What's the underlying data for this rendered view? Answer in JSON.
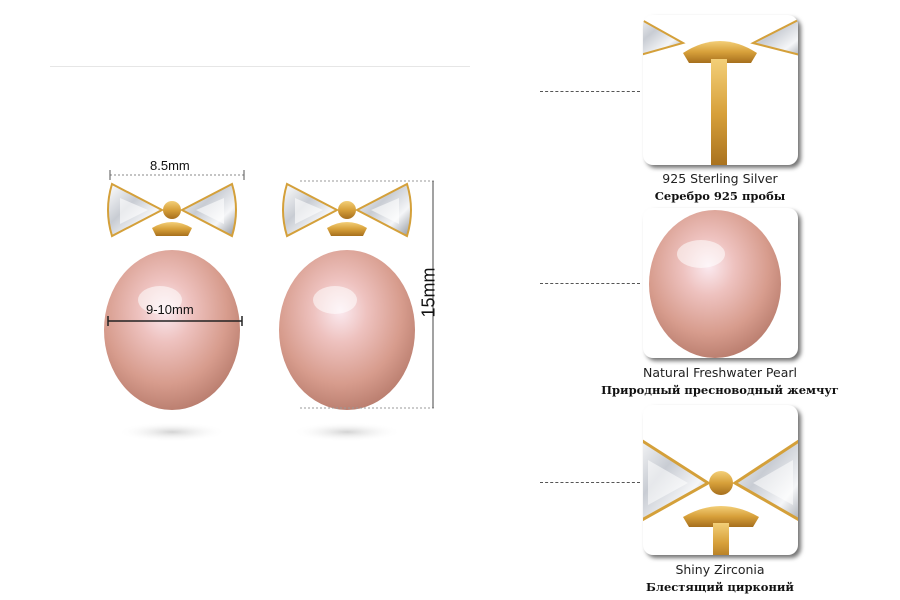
{
  "dimensions": {
    "width_label": "8.5mm",
    "diameter_label": "9-10mm",
    "height_label": "15mm"
  },
  "features": [
    {
      "icon": "post-closeup",
      "caption_en": "925 Sterling Silver",
      "caption_ru": "Серебро 925 пробы"
    },
    {
      "icon": "pearl-closeup",
      "caption_en": "Natural Freshwater Pearl",
      "caption_ru": "Природный пресноводный жемчуг"
    },
    {
      "icon": "bow-closeup",
      "caption_en": "Shiny Zirconia",
      "caption_ru": "Блестящий цирконий"
    }
  ],
  "colors": {
    "gold": "#d4a03a",
    "pearl": "#e6b1a4",
    "shadow": "#000000"
  }
}
